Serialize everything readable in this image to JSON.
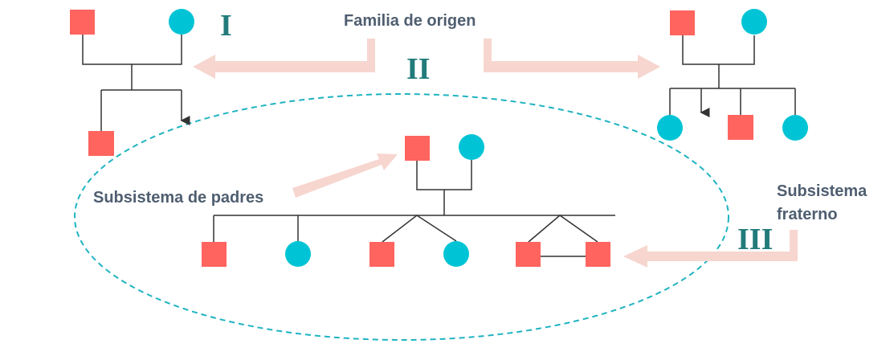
{
  "colors": {
    "male": "#FF645F",
    "female": "#00C4D5",
    "line": "#333333",
    "label": "#4F5E70",
    "roman": "#227B7B",
    "arrow": "#F6D6CF",
    "ellipse": "#1FB3C1"
  },
  "labels": {
    "familia_origen": "Familia de origen",
    "subsistema_padres": "Subsistema de padres",
    "subsistema_fraterno_line1": "Subsistema",
    "subsistema_fraterno_line2": "fraterno"
  },
  "roman": {
    "one": "I",
    "two": "II",
    "three": "III"
  },
  "legend_shapes": {
    "male": "square",
    "female": "circle"
  }
}
